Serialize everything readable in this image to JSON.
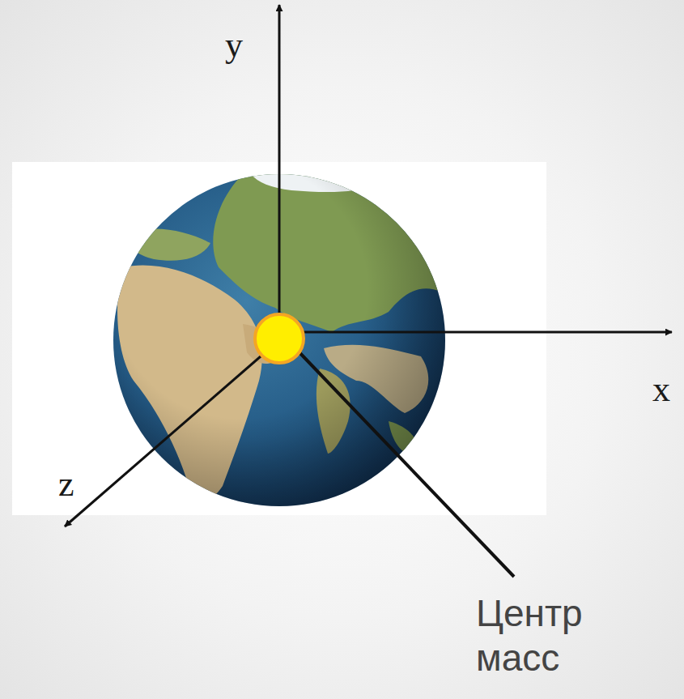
{
  "diagram": {
    "labels": [
      "y",
      "x",
      "z",
      "Центр масс"
    ]
  }
}
